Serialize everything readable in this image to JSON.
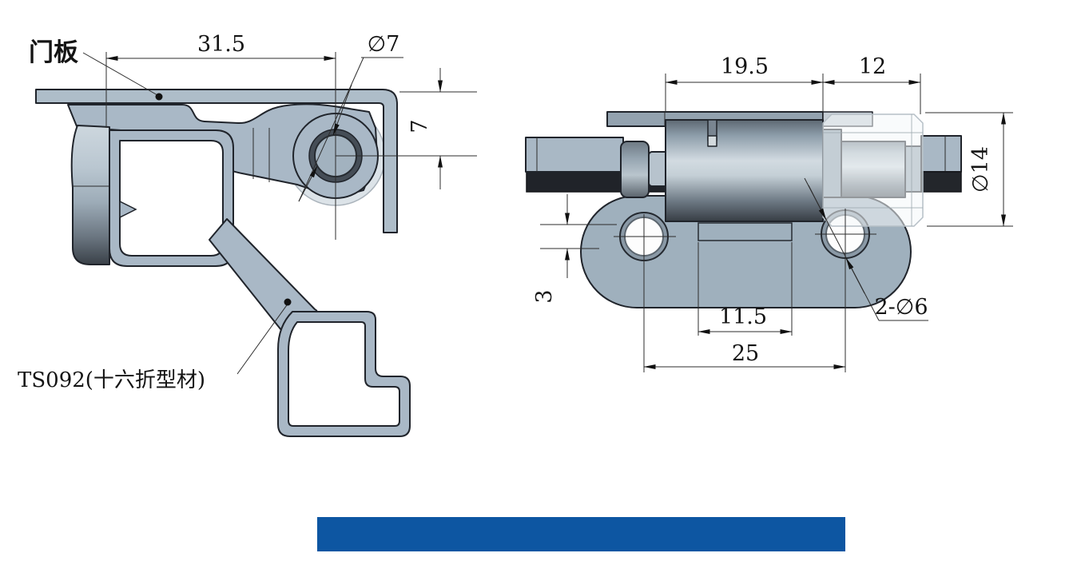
{
  "page": {
    "background": "#ffffff",
    "accent_bar_color": "#0d56a2",
    "part_fill_color": "#a9b8c6",
    "outline_color": "#20242b"
  },
  "drawing": {
    "labels": {
      "door_panel": "门板",
      "profile_code": "TS092(十六折型材)"
    },
    "left_view": {
      "dim_width": "31.5",
      "dim_pin_diameter": "∅7",
      "dim_offset": "7"
    },
    "right_view": {
      "dim_barrel_length": "19.5",
      "dim_end_length": "12",
      "dim_nut_diameter": "∅14",
      "dim_step": "3",
      "dim_slot": "11.5",
      "dim_hole_spacing": "25",
      "dim_holes": "2-∅6"
    }
  }
}
